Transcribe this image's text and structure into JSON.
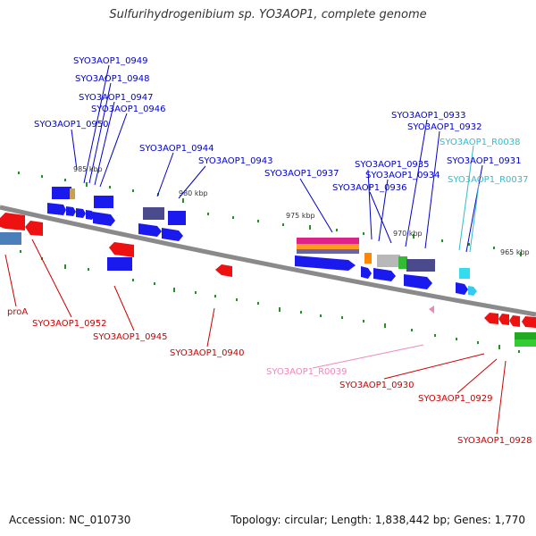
{
  "title": "Sulfurihydrogenibium sp. YO3AOP1, complete genome",
  "accession": "Accession: NC_010730",
  "summary": "Topology: circular; Length: 1,838,442 bp; Genes: 1,770",
  "colors": {
    "backbone": "#8a8a8a",
    "forward_label": "#0000cc",
    "reverse_label": "#cc0000",
    "rna_label": "#33bbcc",
    "pseudo_label": "#ee88bb",
    "ticks": "#2e8b2e"
  },
  "ticks": [
    "985 kbp",
    "980 kbp",
    "975 kbp",
    "970 kbp",
    "965 kbp"
  ],
  "forward_genes": [
    "SYO3AOP1_0949",
    "SYO3AOP1_0948",
    "SYO3AOP1_0947",
    "SYO3AOP1_0946",
    "SYO3AOP1_0950",
    "SYO3AOP1_0944",
    "SYO3AOP1_0943",
    "SYO3AOP1_0937",
    "SYO3AOP1_0935",
    "SYO3AOP1_0934",
    "SYO3AOP1_0936",
    "SYO3AOP1_0933",
    "SYO3AOP1_0932",
    "SYO3AOP1_0931"
  ],
  "rna_genes": [
    "SYO3AOP1_R0038",
    "SYO3AOP1_R0037"
  ],
  "reverse_genes": [
    "proA",
    "SYO3AOP1_0952",
    "SYO3AOP1_0945",
    "SYO3AOP1_0940",
    "SYO3AOP1_0930",
    "SYO3AOP1_0929",
    "SYO3AOP1_0928"
  ],
  "pseudo_genes": [
    "SYO3AOP1_R0039"
  ]
}
